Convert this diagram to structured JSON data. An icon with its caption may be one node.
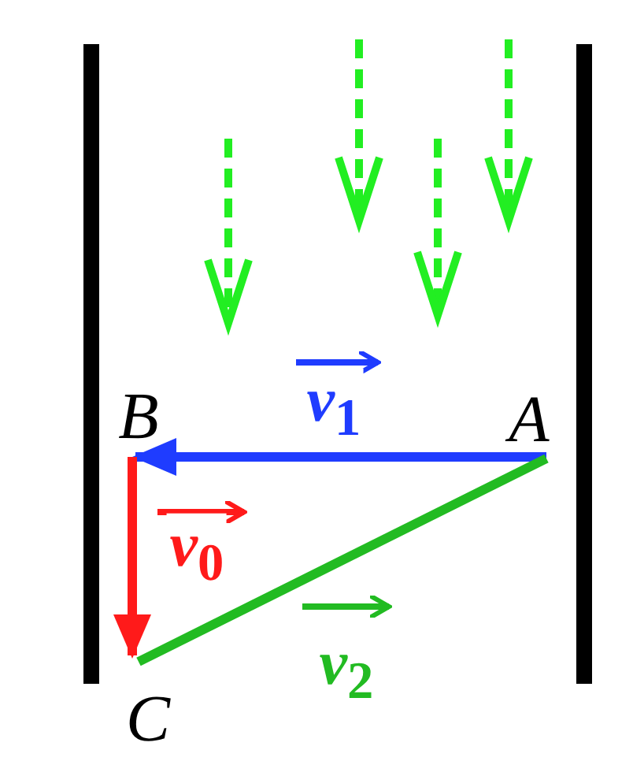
{
  "diagram": {
    "nodes": [
      {
        "text": [
          "A"
        ]
      },
      {
        "text": [
          "B"
        ]
      },
      {
        "text": [
          "C"
        ]
      }
    ],
    "edges": [
      {
        "from": 0,
        "to": 1,
        "arrow": "to",
        "label": "*v*$_{1}$",
        "color": "#1f3cff"
      },
      {
        "from": 1,
        "to": 2,
        "arrow": "to",
        "label": "*v*$_{0}$",
        "color": "#ff1a1a"
      },
      {
        "from": 0,
        "to": 2,
        "arrow": "none",
        "label": "*v*$_{2}$",
        "color": "#22bb22"
      }
    ]
  }
}
